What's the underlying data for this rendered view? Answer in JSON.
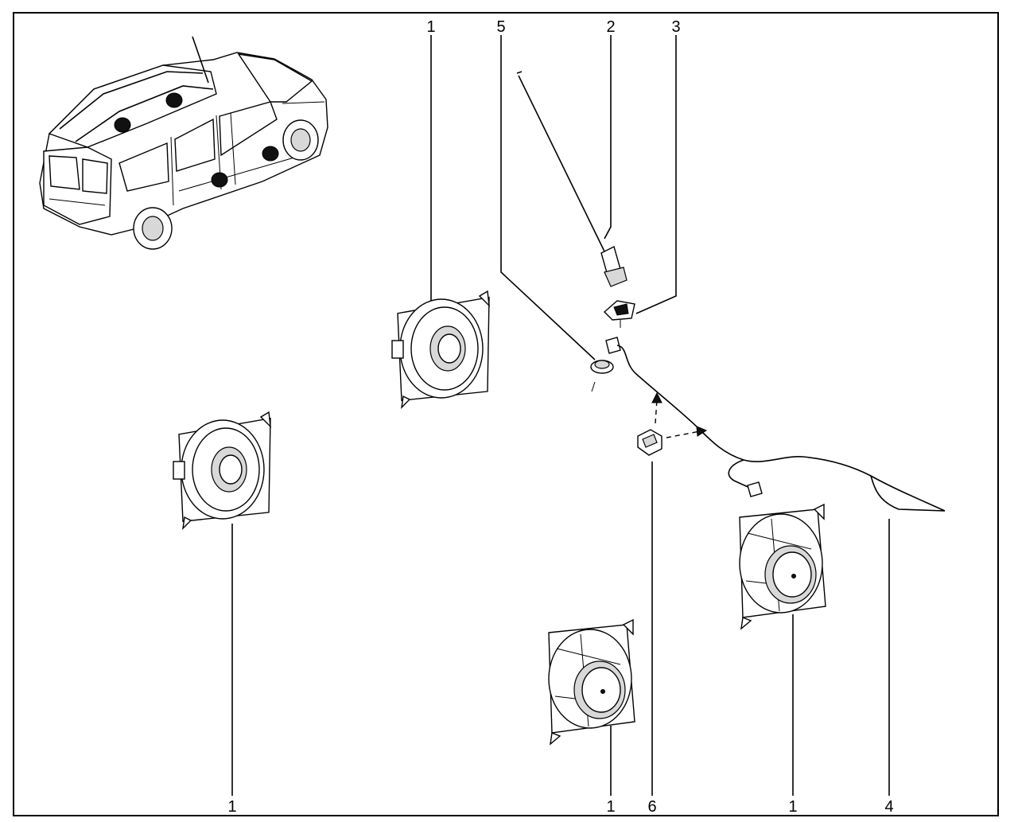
{
  "diagram": {
    "callouts": {
      "speaker_left": "1",
      "speaker_top": "1",
      "speaker_bottom_center": "1",
      "speaker_bottom_right": "1",
      "antenna_mast": "2",
      "antenna_base": "3",
      "antenna_cable": "4",
      "grommet": "5",
      "cable_clip": "6"
    },
    "colors": {
      "line": "#000000",
      "background": "#ffffff",
      "speaker_marks": "#111111"
    }
  }
}
